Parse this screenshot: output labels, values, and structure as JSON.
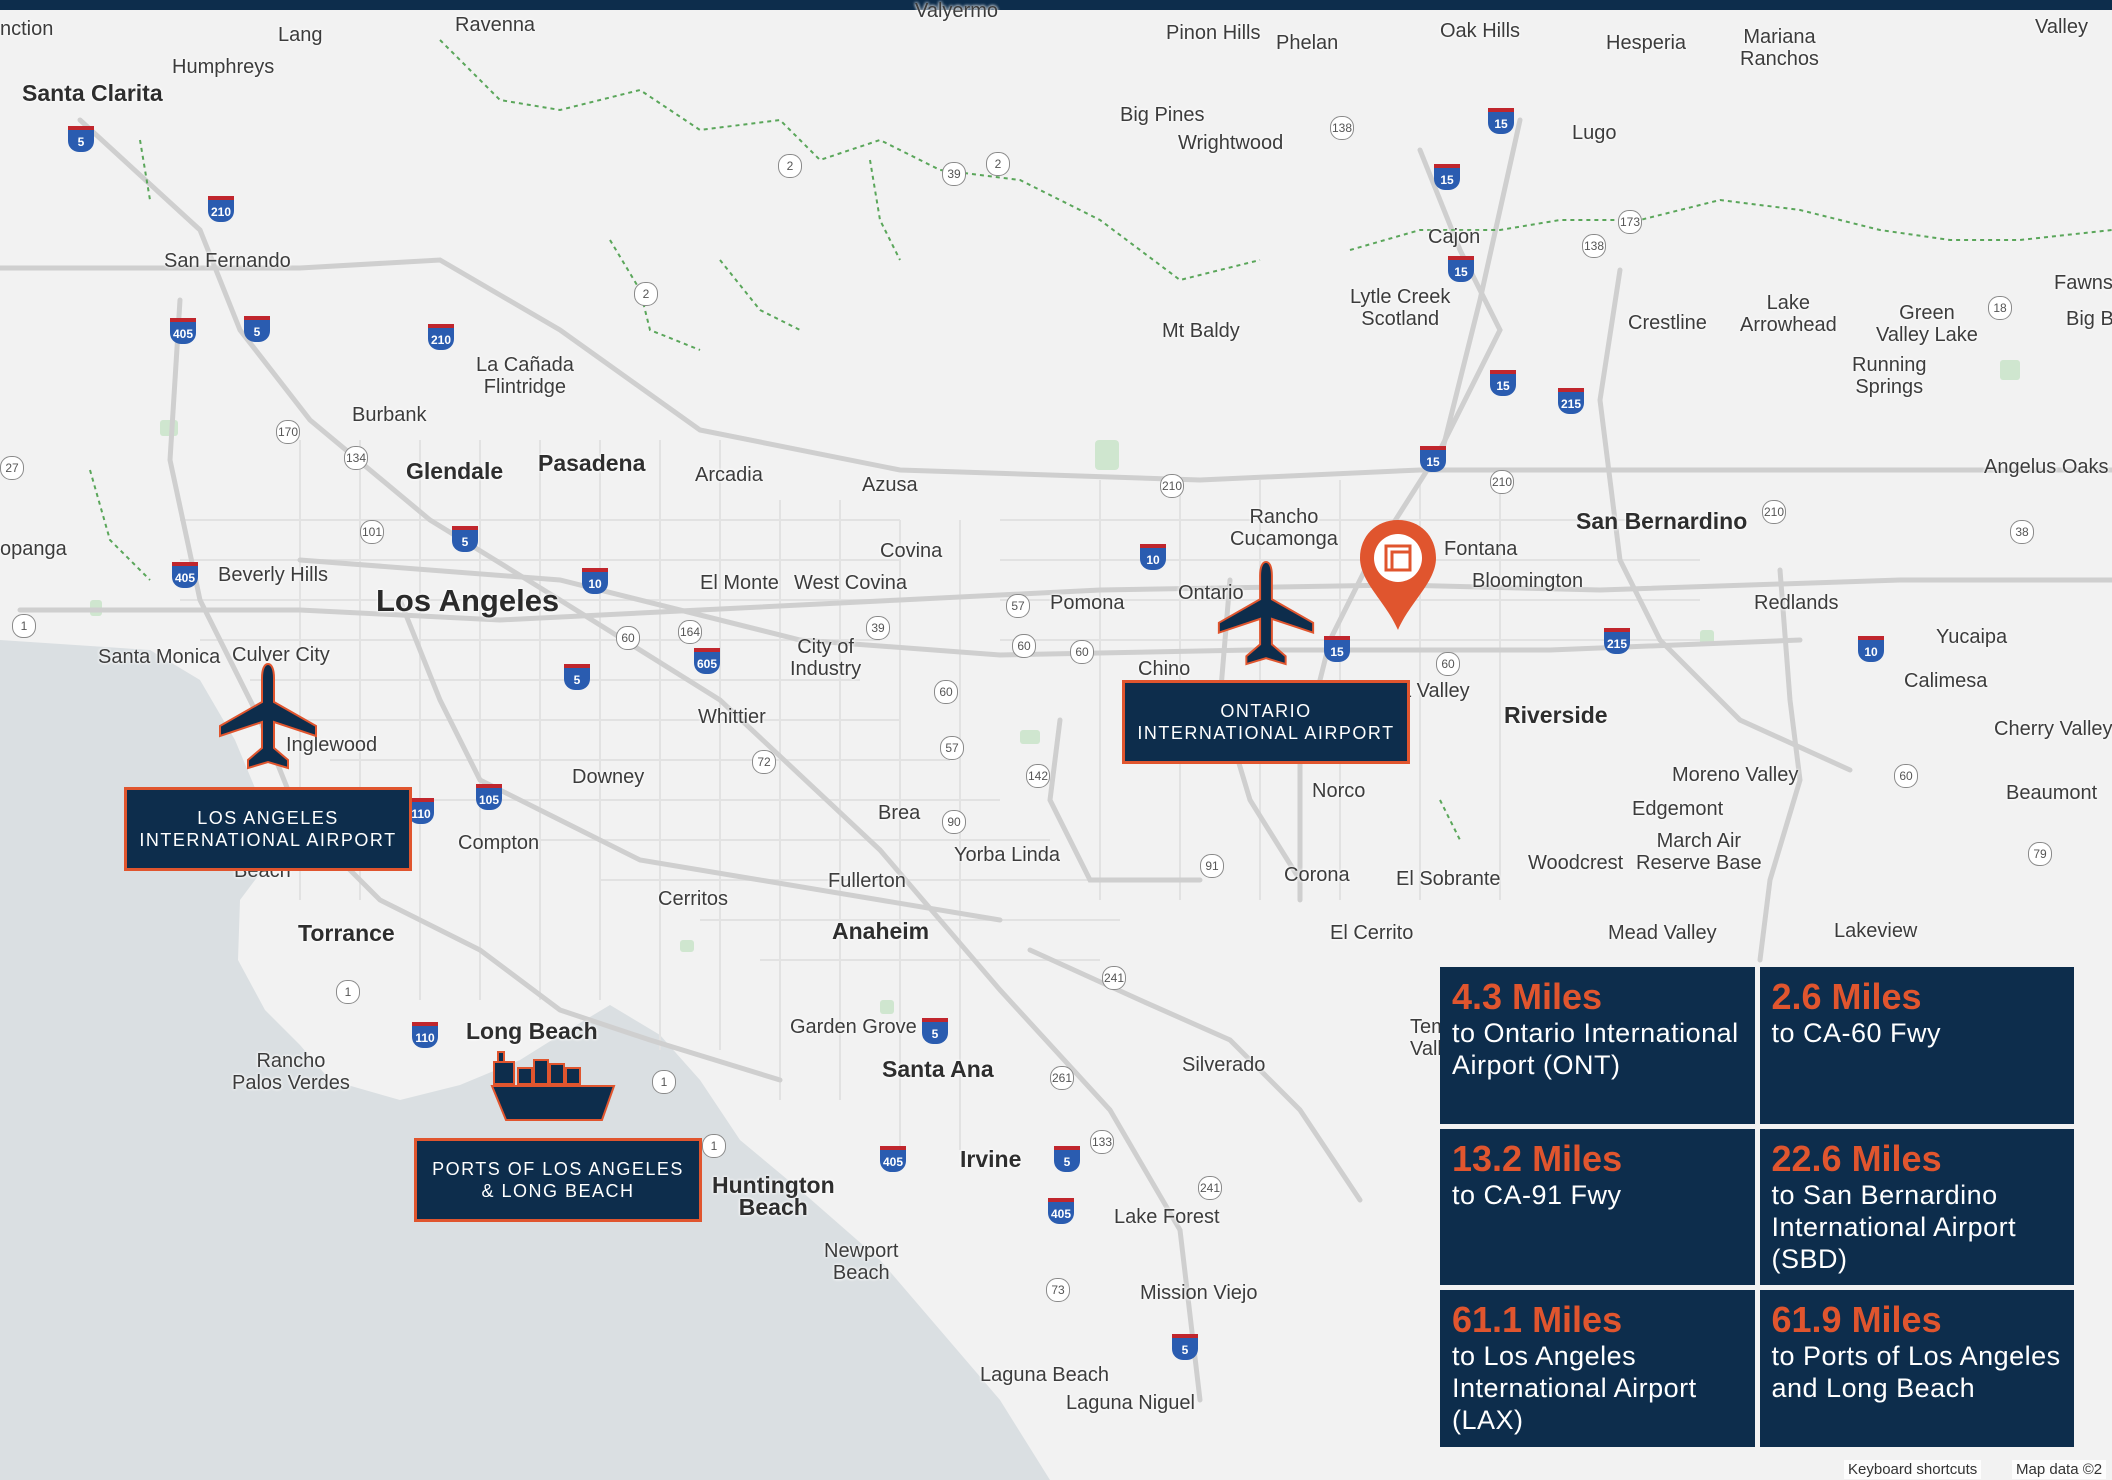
{
  "map": {
    "places": {
      "santa_clarita": "Santa Clarita",
      "lang": "Lang",
      "ravenna": "Ravenna",
      "humphreys": "Humphreys",
      "san_fernando": "San Fernando",
      "la_canada": "La Cañada\nFlintridge",
      "burbank": "Burbank",
      "glendale": "Glendale",
      "pasadena": "Pasadena",
      "arcadia": "Arcadia",
      "azusa": "Azusa",
      "covina": "Covina",
      "el_monte": "El Monte",
      "west_covina": "West Covina",
      "los_angeles": "Los Angeles",
      "beverly_hills": "Beverly Hills",
      "santa_monica": "Santa Monica",
      "culver_city": "Culver City",
      "topanga": "opanga",
      "inglewood": "Inglewood",
      "city_of_industry": "City of\nIndustry",
      "pomona": "Pomona",
      "whittier": "Whittier",
      "downey": "Downey",
      "compton": "Compton",
      "torrance": "Torrance",
      "cerritos": "Cerritos",
      "brea": "Brea",
      "fullerton": "Fullerton",
      "yorba_linda": "Yorba Linda",
      "anaheim": "Anaheim",
      "long_beach": "Long Beach",
      "garden_grove": "Garden Grove",
      "santa_ana": "Santa Ana",
      "rancho_palos_verdes": "Rancho\nPalos Verdes",
      "huntington_beach": "Huntington\nBeach",
      "irvine": "Irvine",
      "newport_beach": "Newport\nBeach",
      "lake_forest": "Lake Forest",
      "mission_viejo": "Mission Viejo",
      "laguna_beach": "Laguna Beach",
      "laguna_niguel": "Laguna Niguel",
      "silverado": "Silverado",
      "pinon_hills": "Pinon Hills",
      "phelan": "Phelan",
      "oak_hills": "Oak Hills",
      "hesperia": "Hesperia",
      "mariana_ranchos": "Mariana\nRanchos",
      "big_pines": "Big Pines",
      "wrightwood": "Wrightwood",
      "lugo": "Lugo",
      "cajon": "Cajon",
      "lytle_creek": "Lytle Creek\nScotland",
      "mt_baldy": "Mt Baldy",
      "crestline": "Crestline",
      "lake_arrowhead": "Lake\nArrowhead",
      "green_valley_lake": "Green\nValley Lake",
      "running_springs": "Running\nSprings",
      "fawns": "Fawns",
      "big_b": "Big B",
      "angelus_oaks": "Angelus Oaks",
      "rancho_cucamonga": "Rancho\nCucamonga",
      "fontana": "Fontana",
      "bloomington": "Bloomington",
      "san_bernardino": "San Bernardino",
      "ontario": "Ontario",
      "chino": "Chino",
      "jurupa_valley": "a Valley",
      "riverside": "Riverside",
      "redlands": "Redlands",
      "yucaipa": "Yucaipa",
      "calimesa": "Calimesa",
      "cherry_valley": "Cherry Valley",
      "beaumont": "Beaumont",
      "moreno_valley": "Moreno Valley",
      "edgemont": "Edgemont",
      "march_air": "March Air\nReserve Base",
      "woodcrest": "Woodcrest",
      "norco": "Norco",
      "corona": "Corona",
      "el_sobrante": "El Sobrante",
      "el_cerrito": "El Cerrito",
      "mead_valley": "Mead Valley",
      "lakeview": "Lakeview",
      "temescal_valley": "Temesc\nValley",
      "valyermo": "Valyermo",
      "valley_tr": "Valley",
      "nction": "nction",
      "beach_partial": "Beach"
    },
    "footer": {
      "keyboard": "Keyboard shortcuts",
      "mapdata": "Map data ©2"
    }
  },
  "callouts": {
    "lax": "LOS ANGELES\nINTERNATIONAL AIRPORT",
    "ont": "ONTARIO\nINTERNATIONAL AIRPORT",
    "ports": "PORTS OF LOS ANGELES\n& LONG BEACH"
  },
  "stats": [
    {
      "num": "4.3 Miles",
      "txt": "to Ontario International Airport (ONT)"
    },
    {
      "num": "2.6 Miles",
      "txt": "to CA-60 Fwy"
    },
    {
      "num": "13.2 Miles",
      "txt": "to CA-91 Fwy"
    },
    {
      "num": "22.6 Miles",
      "txt": "to San Bernardino International Airport (SBD)"
    },
    {
      "num": "61.1 Miles",
      "txt": "to Los Angeles International Airport (LAX)"
    },
    {
      "num": "61.9 Miles",
      "txt": "to Ports of Los Angeles and Long Beach"
    }
  ],
  "colors": {
    "navy": "#0d2d4c",
    "orange": "#e0552e",
    "water": "#dadfe2",
    "land": "#f2f2f2"
  },
  "icons": {
    "airport": "airplane-icon",
    "port": "cargo-ship-icon",
    "site": "location-pin-icon"
  }
}
